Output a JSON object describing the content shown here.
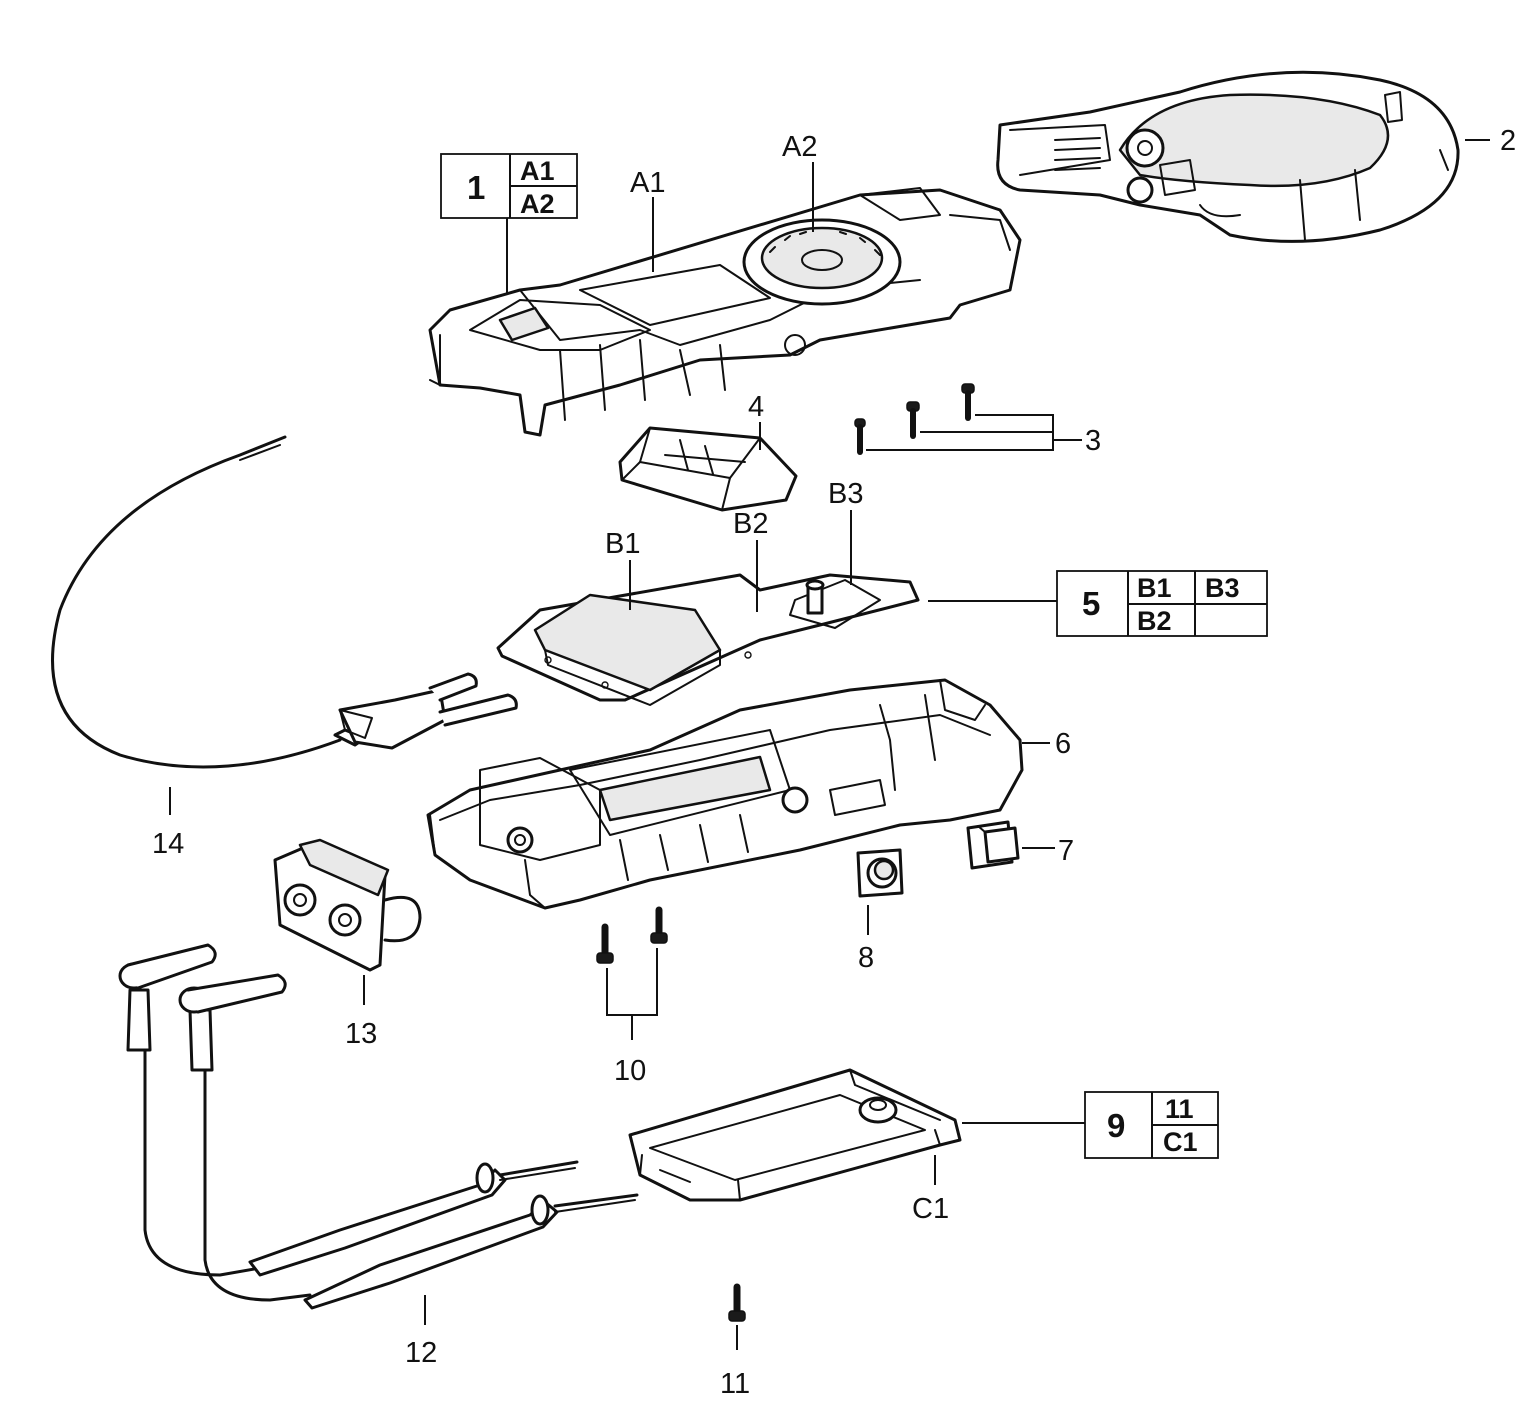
{
  "labels": {
    "part_1": "1",
    "part_2": "2",
    "part_3": "3",
    "part_4": "4",
    "part_5": "5",
    "part_6": "6",
    "part_7": "7",
    "part_8": "8",
    "part_9": "9",
    "part_10": "10",
    "part_11": "11",
    "part_12": "12",
    "part_13": "13",
    "part_14": "14",
    "sub_A1": "A1",
    "sub_A2": "A2",
    "sub_B1": "B1",
    "sub_B2": "B2",
    "sub_B3": "B3",
    "sub_C1": "C1"
  },
  "groups": {
    "group_1": {
      "number": "1",
      "row1": "A1",
      "row2": "A2"
    },
    "group_5": {
      "number": "5",
      "row1_a": "B1",
      "row1_b": "B3",
      "row2_a": "B2",
      "row2_b": ""
    },
    "group_9": {
      "number": "9",
      "row1": "11",
      "row2": "C1"
    }
  }
}
